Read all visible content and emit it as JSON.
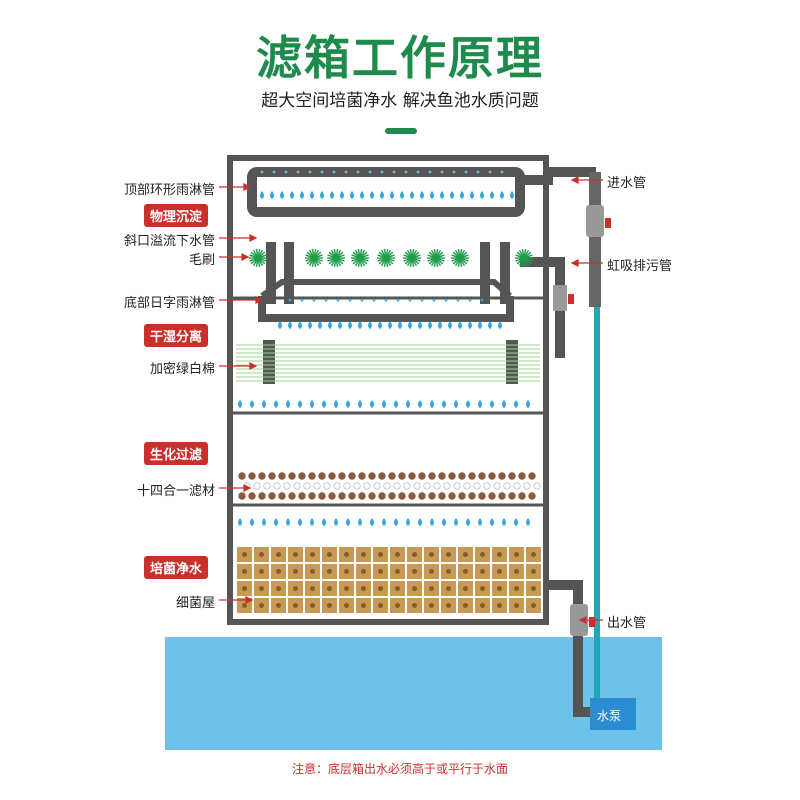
{
  "title": "滤箱工作原理",
  "subtitle": "超大空间培菌净水 解决鱼池水质问题",
  "left_labels": {
    "top_ring_pipe": "顶部环形雨淋管",
    "overflow_pipe": "斜口溢流下水管",
    "brush": "毛刷",
    "bottom_pipe": "底部日字雨淋管",
    "cotton": "加密绿白棉",
    "media": "十四合一滤材",
    "bacteria_house": "细菌屋"
  },
  "badges": {
    "physical": "物理沉淀",
    "dry_wet": "干湿分离",
    "bio": "生化过滤",
    "bacteria": "培菌净水"
  },
  "right_labels": {
    "inlet": "进水管",
    "siphon": "虹吸排污管",
    "outlet": "出水管"
  },
  "pump": "水泵",
  "note": "注意：底层箱出水必须高于或平行于水面",
  "colors": {
    "green": "#1e8a4c",
    "red": "#c9302c",
    "pipe": "#555555",
    "water": "#6ec1e8",
    "drop": "#35a7dd",
    "brush": "#1f9e4a",
    "brick": "#c99a55"
  }
}
